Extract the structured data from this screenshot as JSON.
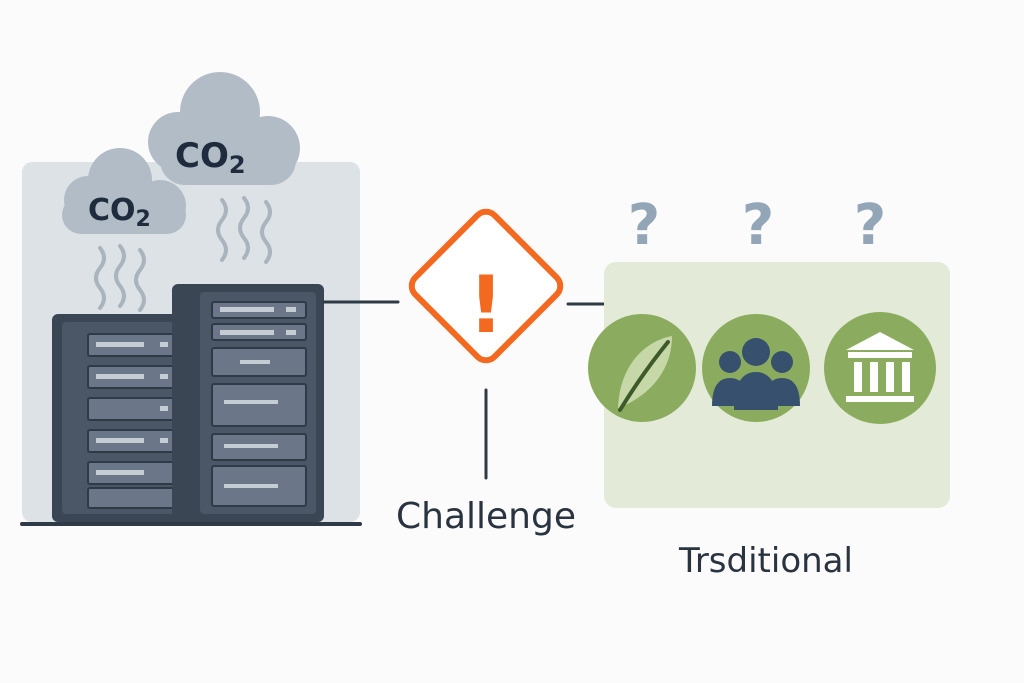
{
  "clouds": [
    {
      "label": "CO",
      "subscript": "2"
    },
    {
      "label": "CO",
      "subscript": "2"
    }
  ],
  "warning": {
    "symbol": "!",
    "label": "Challenge"
  },
  "traditional": {
    "questions": [
      "?",
      "?",
      "?"
    ],
    "icons": [
      "leaf-icon",
      "community-icon",
      "institution-icon"
    ],
    "label": "Trsditional"
  },
  "colors": {
    "panel_left": "#dde2e7",
    "panel_right": "#e3ebd8",
    "server_dark": "#3b4654",
    "server_slot": "#6b7788",
    "cloud": "#b2bcc6",
    "warning": "#f2691f",
    "green": "#8bac5e",
    "navy": "#36506e",
    "question": "#93a6b8"
  }
}
